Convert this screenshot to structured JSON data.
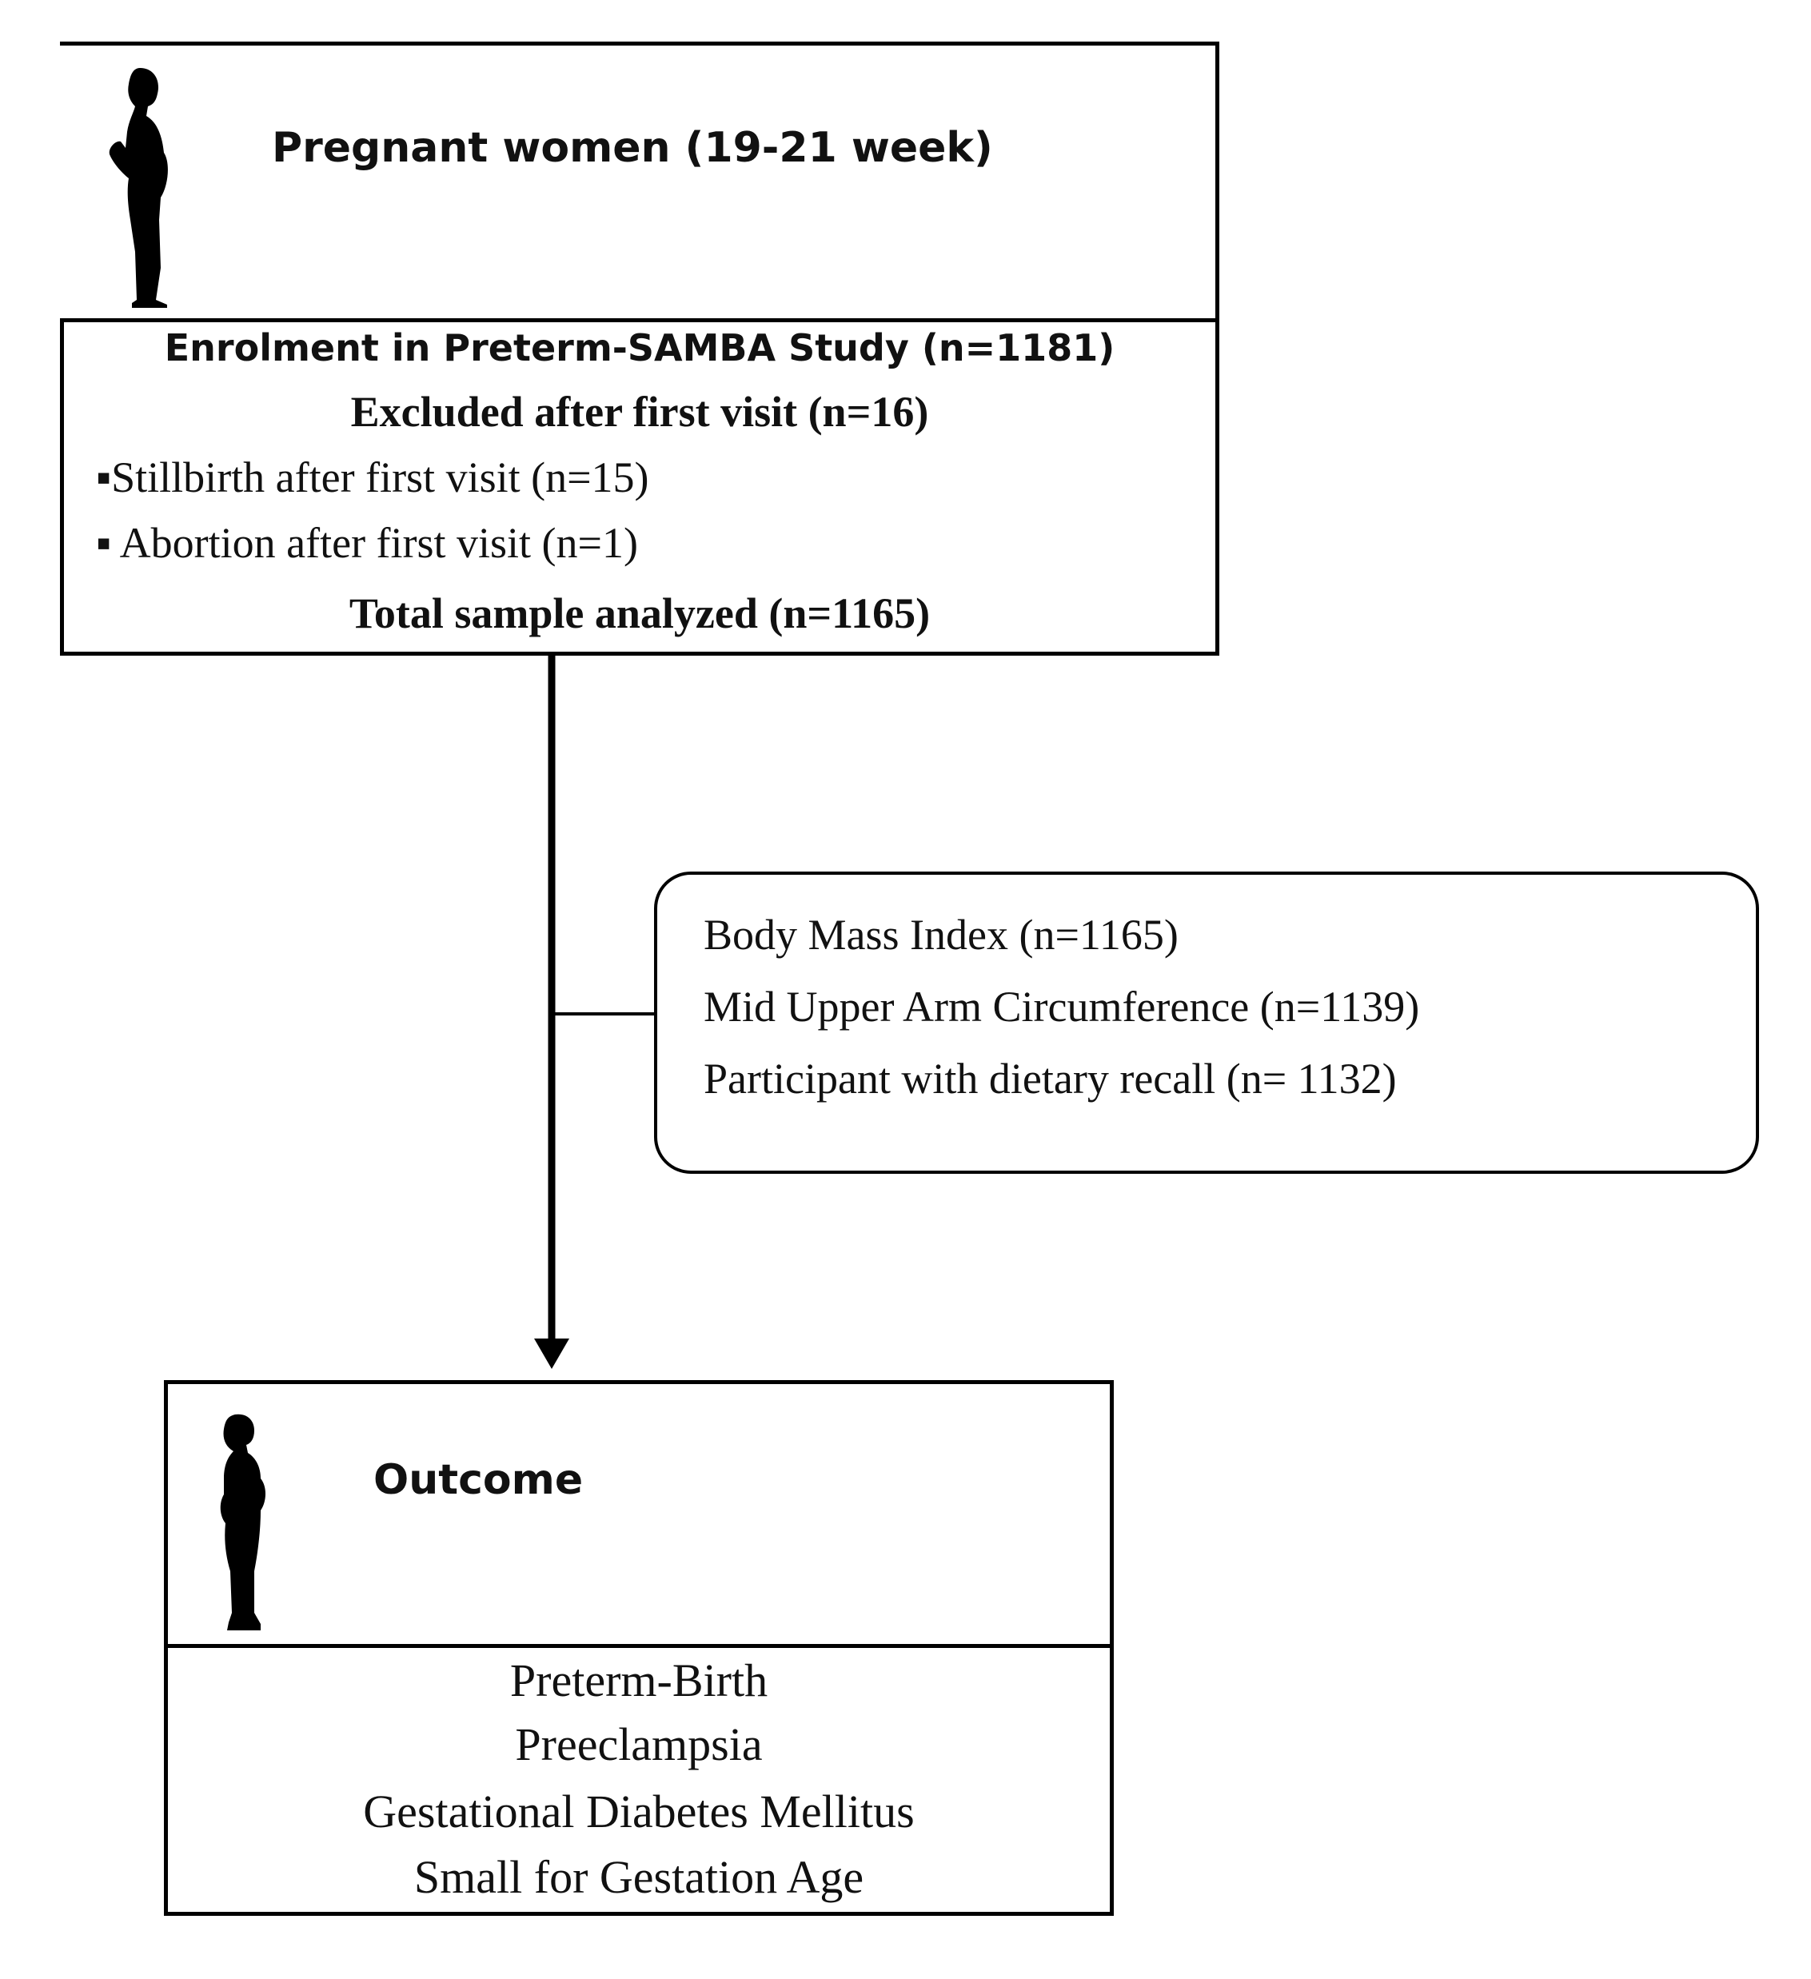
{
  "enrolment_box": {
    "title": "Pregnant women (19-21 week)",
    "icon": "pregnant-woman-icon",
    "enrolment": "Enrolment in Preterm-SAMBA Study (n=1181)",
    "excluded": "Excluded after first visit (n=16)",
    "exclusion_items": [
      "▪Stillbirth after first visit (n=15)",
      "▪ Abortion after first visit (n=1)"
    ],
    "total": "Total sample analyzed (n=1165)"
  },
  "measures_box": {
    "items": [
      "Body Mass Index (n=1165)",
      "Mid Upper Arm Circumference (n=1139)",
      "Participant with dietary recall (n= 1132)"
    ]
  },
  "outcome_box": {
    "title": "Outcome",
    "icon": "pregnant-woman-icon",
    "items": [
      "Preterm-Birth",
      "Preeclampsia",
      "Gestational Diabetes Mellitus",
      "Small for Gestation Age"
    ]
  },
  "colors": {
    "line": "#000000",
    "text": "#111111",
    "background": "#ffffff"
  }
}
